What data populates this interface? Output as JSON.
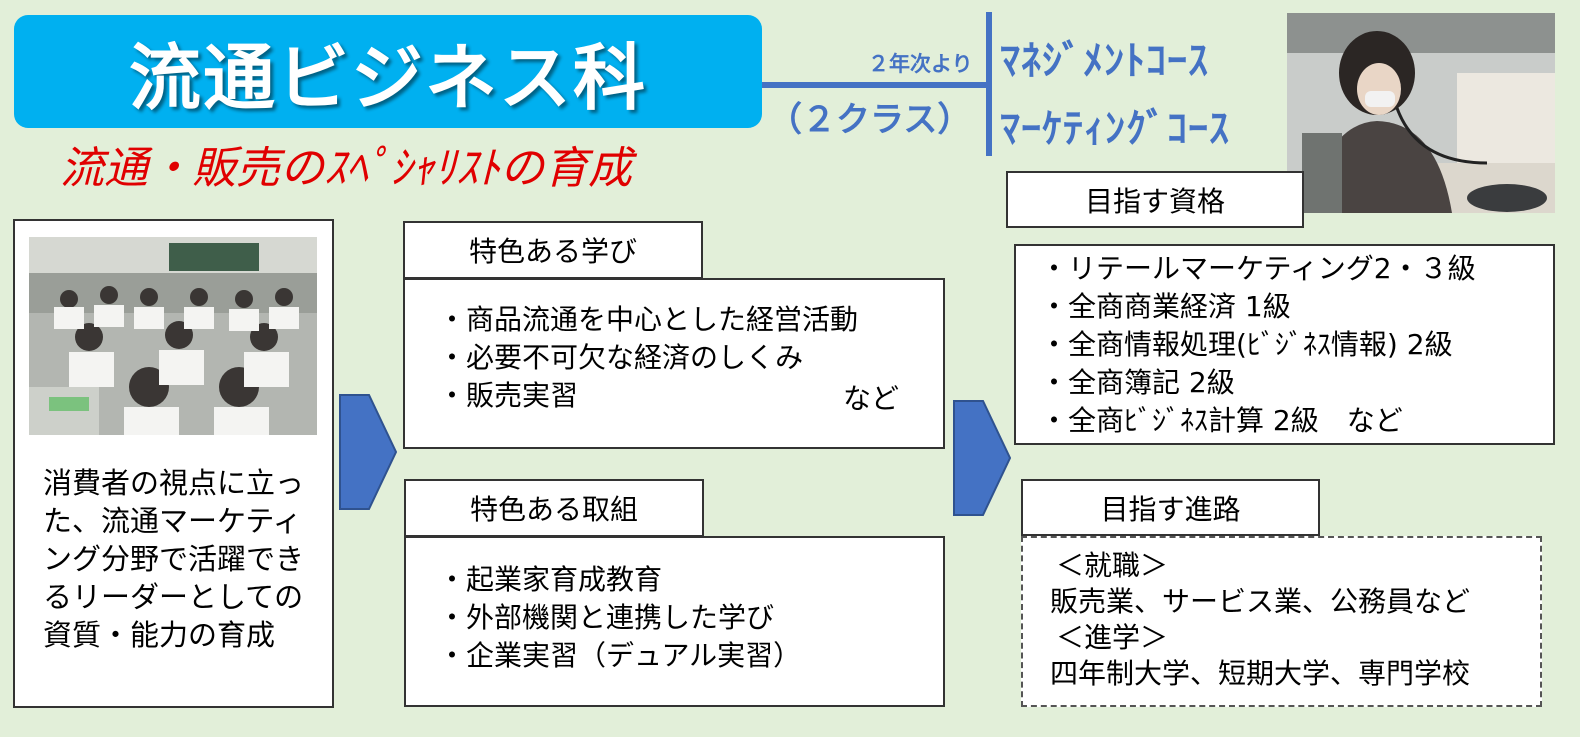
{
  "header": {
    "title": "流通ビジネス科",
    "subtitle": "流通・販売のｽﾍﾟｼｬﾘｽﾄの育成",
    "from_year": "２年次より",
    "class_count": "（２クラス）",
    "courses": [
      "ﾏﾈｼﾞﾒﾝﾄｺｰｽ",
      "ﾏｰｹﾃｨﾝｸﾞｺｰｽ"
    ]
  },
  "left_panel": {
    "lines": [
      "消費者の視点に立っ",
      "た、流通マーケティ",
      "ング分野で活躍でき",
      "るリーダーとしての",
      "資質・能力の育成"
    ]
  },
  "learning": {
    "tab": "特色ある学び",
    "items": [
      "・商品流通を中心とした経営活動",
      "・必要不可欠な経済のしくみ",
      "・販売実習"
    ],
    "etc": "など"
  },
  "initiatives": {
    "tab": "特色ある取組",
    "items": [
      "・起業家育成教育",
      "・外部機関と連携した学び",
      "・企業実習（デュアル実習）"
    ]
  },
  "qualifications": {
    "tab": "目指す資格",
    "items": [
      "・リテールマーケティング2・３級",
      "・全商商業経済 1級",
      "・全商情報処理(ﾋﾞｼﾞﾈｽ情報) 2級",
      "・全商簿記 2級",
      "・全商ﾋﾞｼﾞﾈｽ計算 2級　など"
    ]
  },
  "career": {
    "tab": "目指す進路",
    "employment_head": "＜就職＞",
    "employment": "販売業、サービス業、公務員など",
    "education_head": "＜進学＞",
    "education": "四年制大学、短期大学、専門学校"
  },
  "colors": {
    "banner": "#00b0f0",
    "accent_blue": "#4472c4",
    "subtitle_red": "#e00000",
    "background": "#e2efd9"
  }
}
